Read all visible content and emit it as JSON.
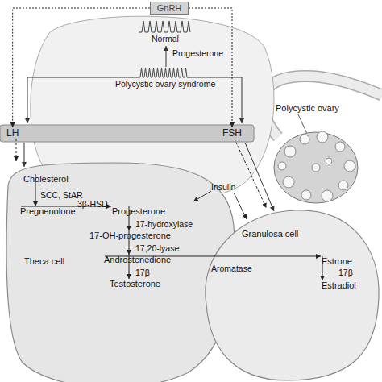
{
  "diagram": {
    "nodes": [
      {
        "text": [
          "GnRH"
        ]
      },
      {
        "text": [
          "LH"
        ]
      },
      {
        "text": [
          "FSH"
        ]
      },
      {
        "text": [
          "Polycystic ovary"
        ]
      },
      {
        "text": [
          "Theca cell"
        ]
      },
      {
        "text": [
          "Cholesterol"
        ],
        "in": 4
      },
      {
        "text": [
          "Pregnenolone"
        ],
        "in": 4
      },
      {
        "text": [
          "Progesterone"
        ],
        "in": 4
      },
      {
        "text": [
          "17-OH-progesterone"
        ],
        "in": 4
      },
      {
        "text": [
          "Androstenedione"
        ],
        "in": 4
      },
      {
        "text": [
          "Testosterone"
        ],
        "in": 4
      },
      {
        "text": [
          "Granulosa cell"
        ]
      },
      {
        "text": [
          "Estrone"
        ],
        "in": 11
      },
      {
        "text": [
          "Estradiol"
        ],
        "in": 11
      }
    ],
    "edges": [
      {
        "from": 0,
        "to": 1,
        "arrow": "to"
      },
      {
        "from": 0,
        "to": 2,
        "arrow": "to"
      },
      {
        "from": 1,
        "to": 4,
        "arrow": "to"
      },
      {
        "from": 2,
        "to": 11,
        "arrow": "to"
      },
      {
        "from": 5,
        "to": 6,
        "label": "SCC, StAR",
        "arrow": "to"
      },
      {
        "from": 6,
        "to": 7,
        "label": "3β-HSD",
        "arrow": "to"
      },
      {
        "from": 7,
        "to": 8,
        "label": "17-hydroxylase",
        "arrow": "to"
      },
      {
        "from": 8,
        "to": 9,
        "label": "17,20-lyase",
        "arrow": "to"
      },
      {
        "from": 9,
        "to": 10,
        "label": "17β",
        "arrow": "to"
      },
      {
        "from": 9,
        "to": 12,
        "label": "Aromatase",
        "arrow": "to"
      },
      {
        "from": 12,
        "to": 13,
        "label": "17β",
        "arrow": "to"
      }
    ],
    "labels": [
      "Normal",
      "Progesterone",
      "Polycystic ovary syndrome",
      "Insulin"
    ]
  }
}
